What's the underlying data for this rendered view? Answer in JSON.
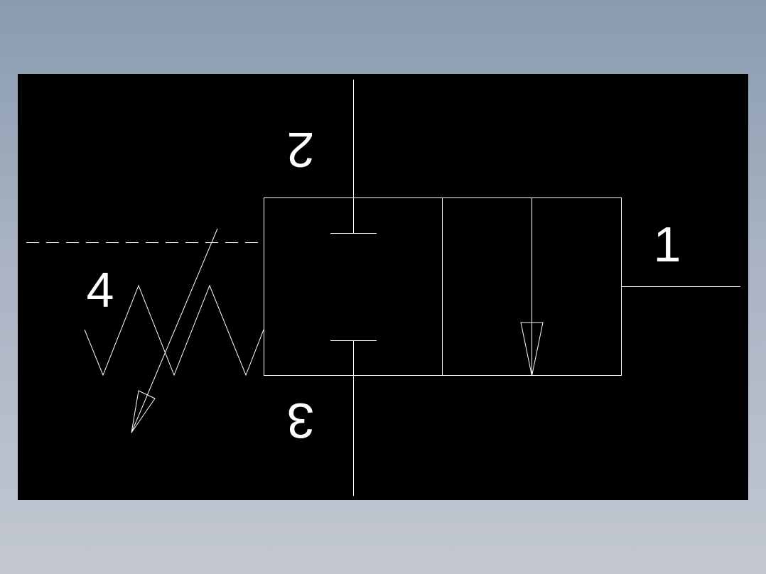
{
  "diagram": {
    "ports": {
      "port_1": "1",
      "port_2": "2",
      "port_3": "3",
      "port_4": "4"
    },
    "colors": {
      "background": "#000000",
      "stroke": "#ffffff",
      "surround": "#8a9bb0"
    }
  }
}
